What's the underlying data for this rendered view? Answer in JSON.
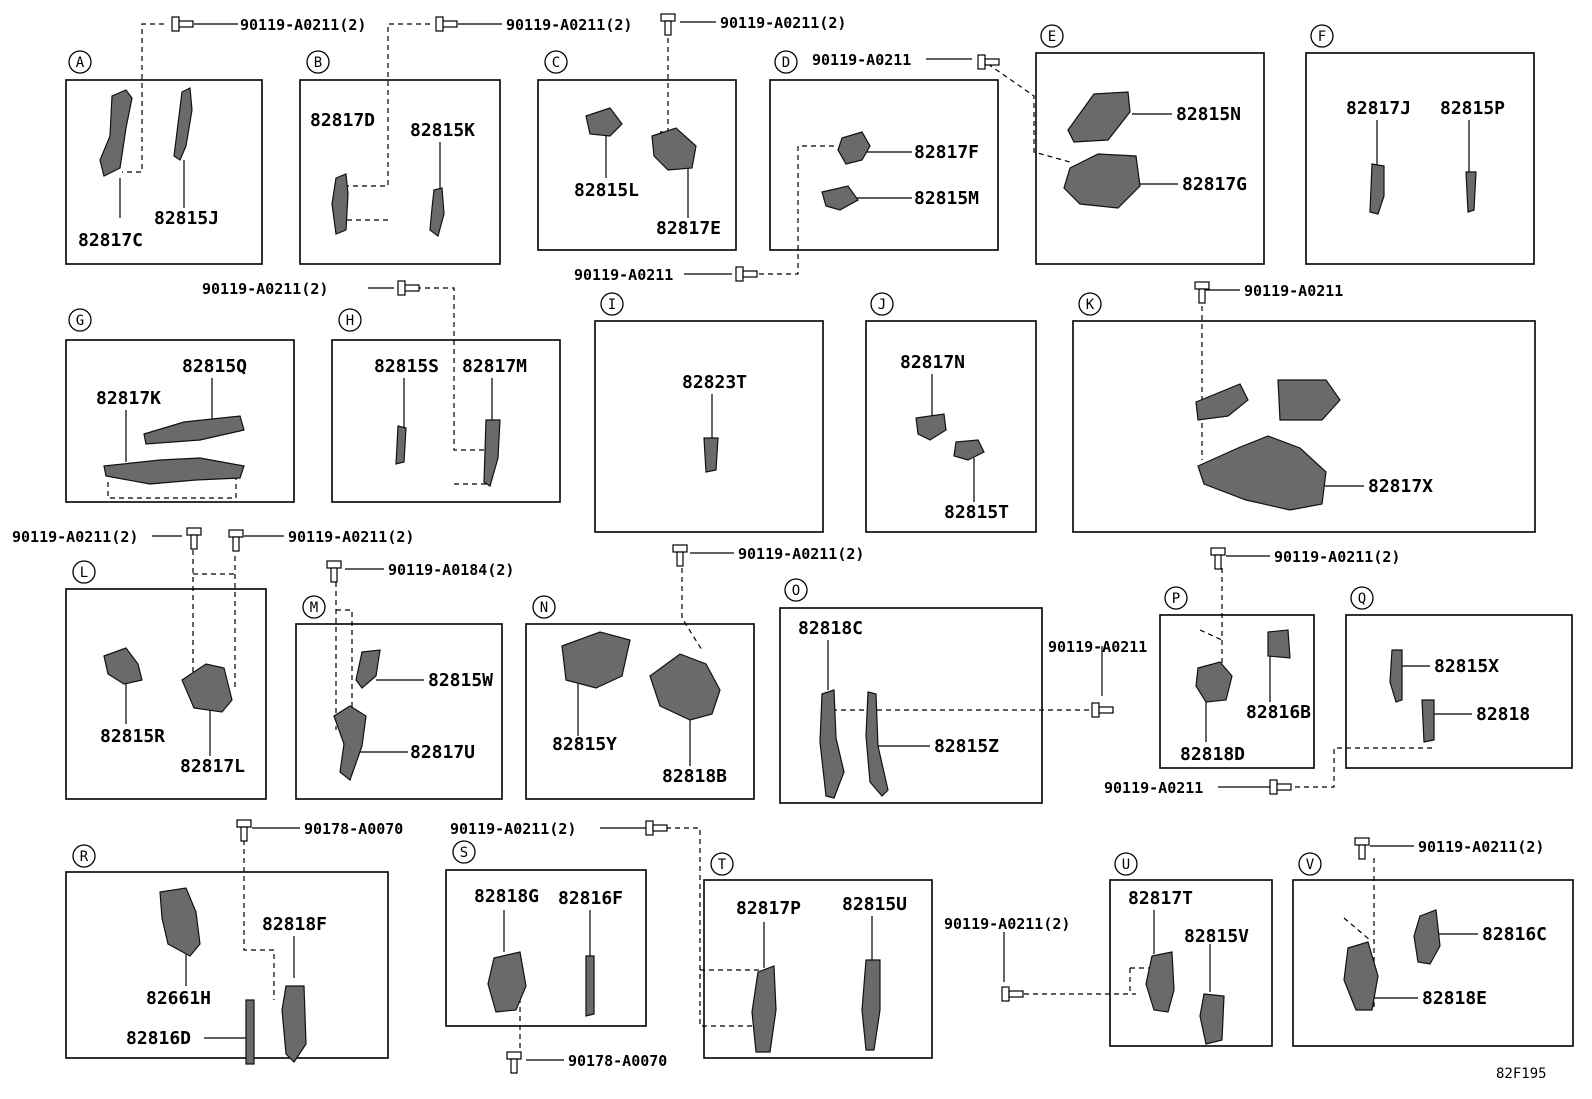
{
  "bolt_callouts": [
    "90119-A0211(2)",
    "90119-A0211(2)",
    "90119-A0211(2)",
    "90119-A0211",
    "90119-A0211",
    "90119-A0211(2)",
    "90119-A0211",
    "90119-A0211(2)",
    "90119-A0211(2)",
    "90119-A0184(2)",
    "90119-A0211(2)",
    "90119-A0211",
    "90119-A0211(2)",
    "90119-A0211",
    "90178-A0070",
    "90119-A0211(2)",
    "90178-A0070",
    "90119-A0211(2)",
    "90119-A0211(2)"
  ],
  "groups": [
    {
      "id": "A",
      "parts": [
        "82817C",
        "82815J"
      ]
    },
    {
      "id": "B",
      "parts": [
        "82817D",
        "82815K"
      ]
    },
    {
      "id": "C",
      "parts": [
        "82815L",
        "82817E"
      ]
    },
    {
      "id": "D",
      "parts": [
        "82817F",
        "82815M"
      ]
    },
    {
      "id": "E",
      "parts": [
        "82815N",
        "82817G"
      ]
    },
    {
      "id": "F",
      "parts": [
        "82817J",
        "82815P"
      ]
    },
    {
      "id": "G",
      "parts": [
        "82815Q",
        "82817K"
      ]
    },
    {
      "id": "H",
      "parts": [
        "82815S",
        "82817M"
      ]
    },
    {
      "id": "I",
      "parts": [
        "82823T"
      ]
    },
    {
      "id": "J",
      "parts": [
        "82817N",
        "82815T"
      ]
    },
    {
      "id": "K",
      "parts": [
        "82817X"
      ]
    },
    {
      "id": "L",
      "parts": [
        "82815R",
        "82817L"
      ]
    },
    {
      "id": "M",
      "parts": [
        "82815W",
        "82817U"
      ]
    },
    {
      "id": "N",
      "parts": [
        "82815Y",
        "82818B"
      ]
    },
    {
      "id": "O",
      "parts": [
        "82818C",
        "82815Z"
      ]
    },
    {
      "id": "P",
      "parts": [
        "82816B",
        "82818D"
      ]
    },
    {
      "id": "Q",
      "parts": [
        "82815X",
        "82818"
      ]
    },
    {
      "id": "R",
      "parts": [
        "82818F",
        "82661H",
        "82816D"
      ]
    },
    {
      "id": "S",
      "parts": [
        "82818G",
        "82816F"
      ]
    },
    {
      "id": "T",
      "parts": [
        "82817P",
        "82815U"
      ]
    },
    {
      "id": "U",
      "parts": [
        "82817T",
        "82815V"
      ]
    },
    {
      "id": "V",
      "parts": [
        "82816C",
        "82818E"
      ]
    }
  ],
  "drawing_ref": "82F195"
}
